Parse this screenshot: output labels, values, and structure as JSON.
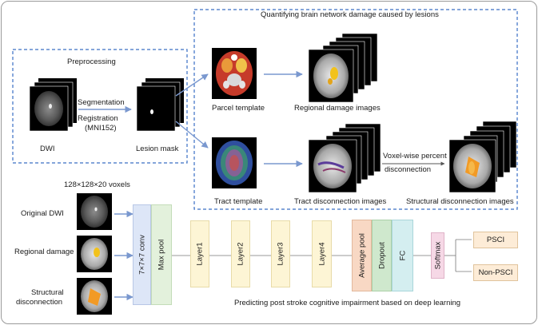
{
  "title": "Quantifying brain network damage caused by lesions",
  "preprocessing": {
    "title": "Preprocessing",
    "dwi_label": "DWI",
    "lesion_label": "Lesion mask",
    "segmentation": "Segmentation",
    "registration": "Registration",
    "mni": "(MNI152)"
  },
  "quantify": {
    "parcel_template": "Parcel template",
    "regional_damage_images": "Regional damage images",
    "tract_template": "Tract template",
    "tract_disconnection_images": "Tract disconnection images",
    "voxel_wise": "Voxel-wise percent",
    "disconnection": "disconnection",
    "structural_disconnection_images": "Structural disconnection images"
  },
  "network": {
    "voxels": "128×128×20 voxels",
    "inputs": [
      "Original DWI",
      "Regional damage",
      "Structural",
      "disconnection"
    ],
    "conv": "7×7×7 conv",
    "maxpool": "Max pool",
    "layers": [
      "Layer1",
      "Layer2",
      "Layer3",
      "Layer4"
    ],
    "avgpool": "Average pool",
    "dropout": "Dropout",
    "fc": "FC",
    "softmax": "Softmax",
    "out_pos": "PSCI",
    "out_neg": "Non-PSCI",
    "caption": "Predicting post stroke cognitive impairment based on deep learning"
  },
  "colors": {
    "dashed": "#3a6fc4",
    "arrow": "#7a98cf",
    "conv": "#dde6f7",
    "maxpool": "#e3f1dc",
    "layer": "#fdf5d5",
    "avgpool": "#f8d8c4",
    "dropout": "#cfe8cd",
    "fc": "#d4eef0",
    "softmax": "#f6d8e6",
    "output": "#fdecd7"
  }
}
